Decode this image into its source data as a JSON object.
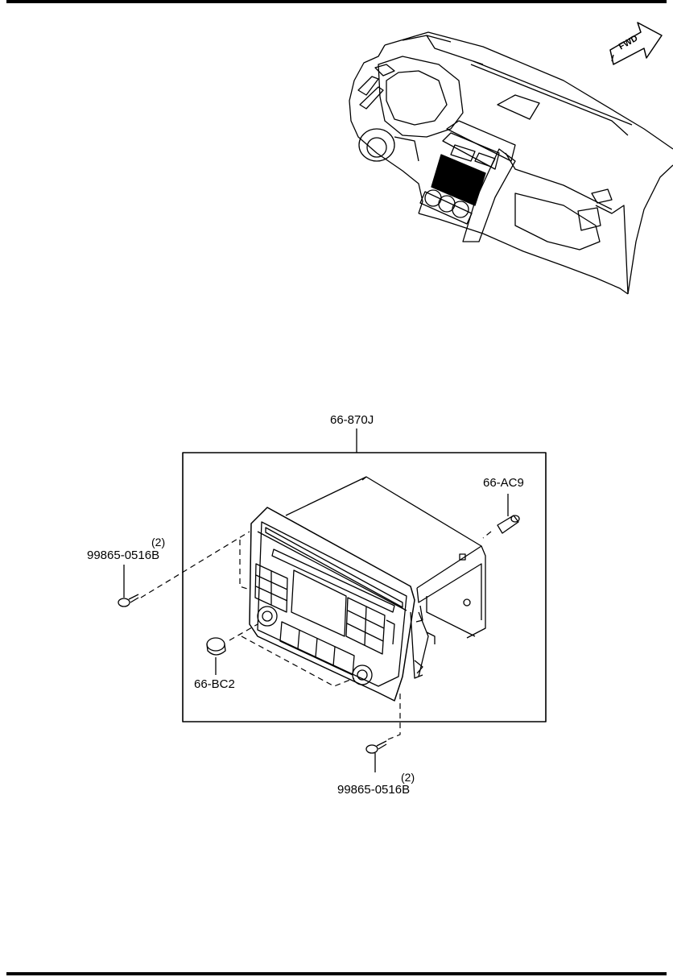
{
  "direction_badge": {
    "text": "FWD",
    "icon": "fwd-arrow-icon"
  },
  "parts": {
    "audio_unit": {
      "part_no": "66-870J"
    },
    "knob_left": {
      "part_no": "66-BC2"
    },
    "knob_right": {
      "part_no": "66-AC9"
    },
    "screw_upper": {
      "part_no": "99865-0516B",
      "qty": "(2)"
    },
    "screw_lower": {
      "part_no": "99865-0516B",
      "qty": "(2)"
    }
  },
  "colors": {
    "line": "#000000",
    "background": "#ffffff",
    "highlight": "#000000"
  }
}
